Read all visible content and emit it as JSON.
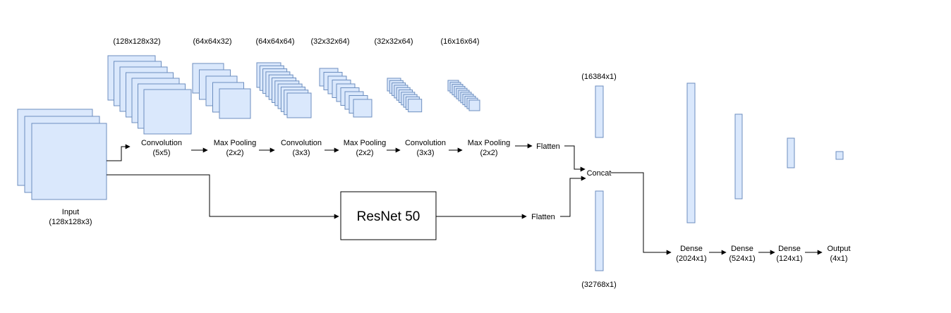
{
  "input": {
    "title": "Input",
    "shape": "(128x128x3)"
  },
  "stages": [
    {
      "shape": "(128x128x32)",
      "op": "Convolution",
      "kernel": "(5x5)"
    },
    {
      "shape": "(64x64x32)",
      "op": "Max Pooling",
      "kernel": "(2x2)"
    },
    {
      "shape": "(64x64x64)",
      "op": "Convolution",
      "kernel": "(3x3)"
    },
    {
      "shape": "(32x32x64)",
      "op": "Max Pooling",
      "kernel": "(2x2)"
    },
    {
      "shape": "(32x32x64)",
      "op": "Convolution",
      "kernel": "(3x3)"
    },
    {
      "shape": "(16x16x64)",
      "op": "Max Pooling",
      "kernel": "(2x2)"
    }
  ],
  "flatten_top": "Flatten",
  "resnet": "ResNet 50",
  "flatten_bottom": "Flatten",
  "concat": "Concat",
  "vec_top_shape": "(16384x1)",
  "vec_bottom_shape": "(32768x1)",
  "dense_layers": [
    {
      "name": "Dense",
      "shape": "(2024x1)"
    },
    {
      "name": "Dense",
      "shape": "(524x1)"
    },
    {
      "name": "Dense",
      "shape": "(124x1)"
    },
    {
      "name": "Output",
      "shape": "(4x1)"
    }
  ],
  "colors": {
    "fill": "#dae8fc",
    "stroke": "#6c8ebf",
    "line": "#000000"
  }
}
